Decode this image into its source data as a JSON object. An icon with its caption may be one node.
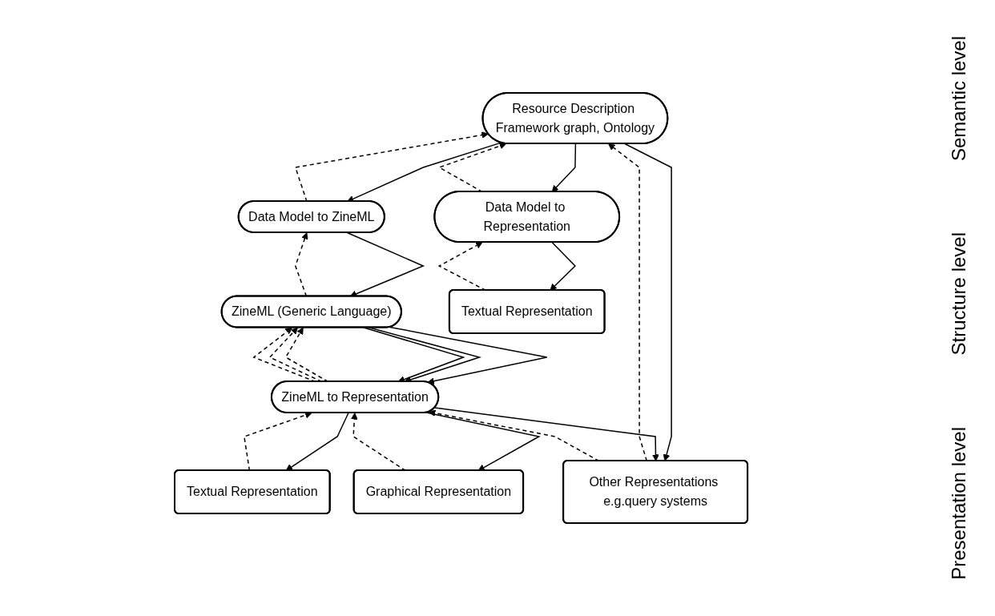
{
  "diagram": {
    "nodes": [
      {
        "text": [
          "Resource Description Framework graph, Ontology"
        ]
      },
      {
        "text": [
          "Data Model to ZineML"
        ]
      },
      {
        "text": [
          "ZineML (Generic Language)"
        ]
      },
      {
        "text": [
          "Data Model to Representation"
        ]
      },
      {
        "text": [
          "ZineML to Representation"
        ]
      },
      {
        "text": [
          "Textual Representation"
        ]
      },
      {
        "text": [
          "Textual Representation"
        ]
      },
      {
        "text": [
          "Graphical Representation"
        ]
      },
      {
        "text": [
          "Other Representations e.g.query systems"
        ]
      }
    ],
    "edges": [
      {
        "from": 0,
        "to": 3,
        "arrow": "to"
      },
      {
        "from": 3,
        "to": 0,
        "arrow": "to",
        "style": "dashed"
      },
      {
        "from": 1,
        "to": 0,
        "arrow": "to",
        "style": "dashed"
      },
      {
        "from": 0,
        "to": 1,
        "arrow": "to"
      },
      {
        "from": 8,
        "to": 0,
        "arrow": "to",
        "style": "dashed"
      },
      {
        "from": 0,
        "to": 8,
        "arrow": "to"
      },
      {
        "from": 2,
        "to": 1,
        "arrow": "to",
        "style": "dashed"
      },
      {
        "from": 1,
        "to": 2,
        "arrow": "to"
      },
      {
        "from": 4,
        "to": 2,
        "arrow": "to",
        "style": "dashed"
      },
      {
        "from": 2,
        "to": 4,
        "arrow": "to"
      },
      {
        "from": 4,
        "to": 2,
        "arrow": "to",
        "style": "dashed"
      },
      {
        "from": 2,
        "to": 4,
        "arrow": "to"
      },
      {
        "from": 4,
        "to": 2,
        "arrow": "to",
        "style": "dashed"
      },
      {
        "from": 2,
        "to": 4,
        "arrow": "to"
      },
      {
        "from": 3,
        "to": 5,
        "arrow": "to"
      },
      {
        "from": 5,
        "to": 3,
        "arrow": "to",
        "style": "dashed"
      },
      {
        "from": 6,
        "to": 4,
        "arrow": "to",
        "style": "dashed"
      },
      {
        "from": 4,
        "to": 6,
        "arrow": "to"
      },
      {
        "from": 7,
        "to": 4,
        "arrow": "to",
        "style": "dashed"
      },
      {
        "from": 4,
        "to": 7,
        "arrow": "to"
      },
      {
        "from": 8,
        "to": 4,
        "arrow": "to",
        "style": "dashed"
      },
      {
        "from": 4,
        "to": 8,
        "arrow": "to"
      }
    ],
    "labels": [
      "Semantic level",
      "Structure level",
      "Presentation level"
    ]
  }
}
